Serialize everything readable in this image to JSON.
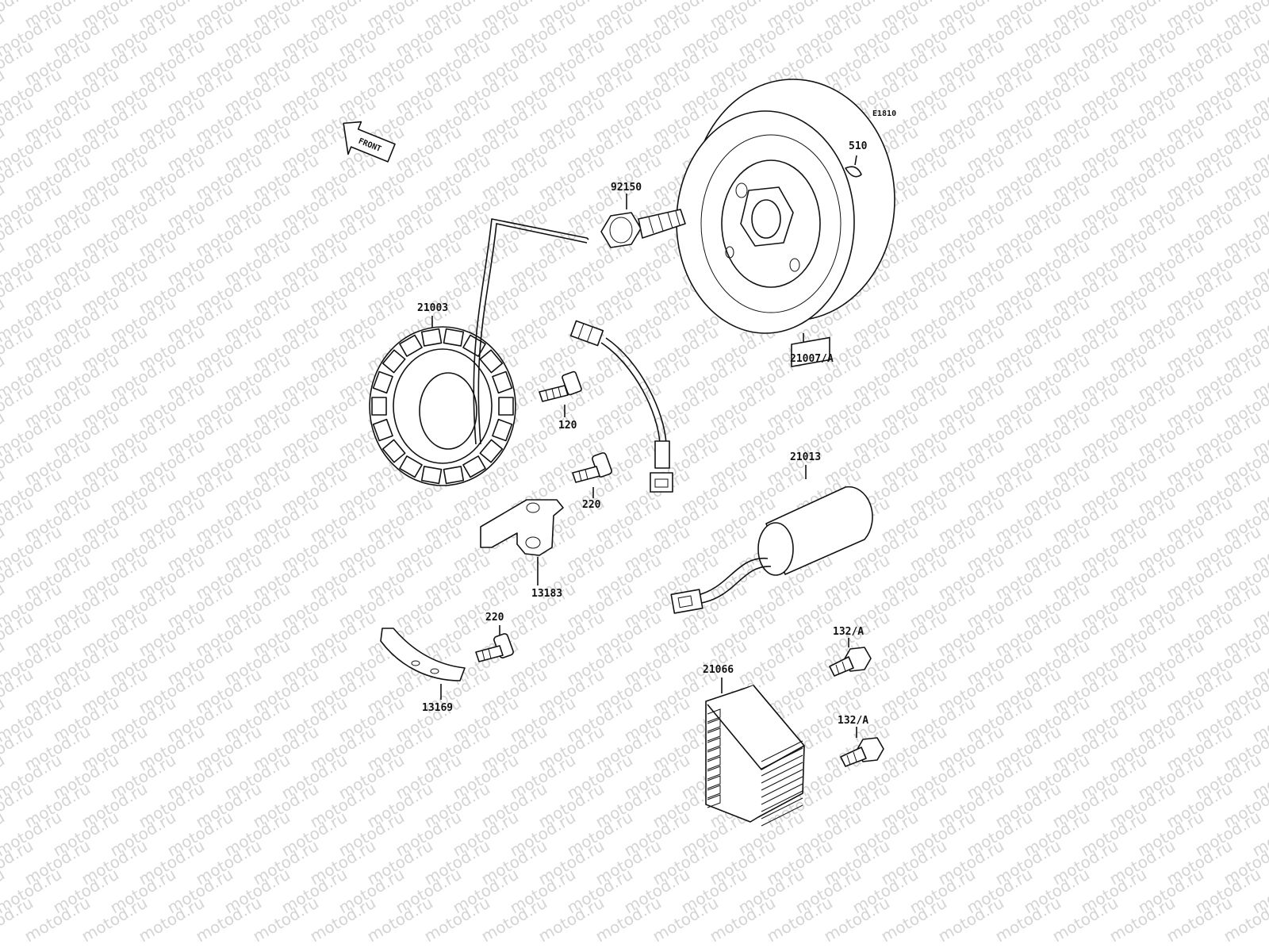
{
  "diagram_code": "E1810",
  "front_label": "FRONT",
  "watermark_text": "motod.ru",
  "parts": [
    {
      "id": "p510",
      "number": "510"
    },
    {
      "id": "p92150",
      "number": "92150"
    },
    {
      "id": "p21003",
      "number": "21003"
    },
    {
      "id": "p21007",
      "number": "21007/A"
    },
    {
      "id": "p120",
      "number": "120"
    },
    {
      "id": "p220a",
      "number": "220"
    },
    {
      "id": "p13183",
      "number": "13183"
    },
    {
      "id": "p21013",
      "number": "21013"
    },
    {
      "id": "p220b",
      "number": "220"
    },
    {
      "id": "p13169",
      "number": "13169"
    },
    {
      "id": "p132a",
      "number": "132/A"
    },
    {
      "id": "p21066",
      "number": "21066"
    },
    {
      "id": "p132b",
      "number": "132/A"
    }
  ]
}
